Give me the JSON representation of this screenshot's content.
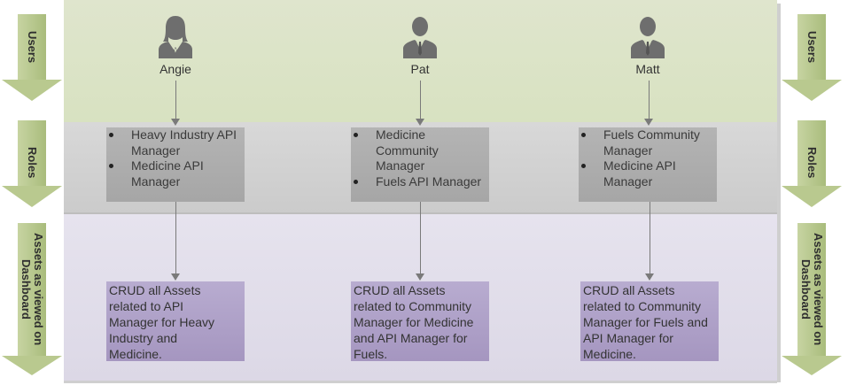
{
  "lanes": {
    "users": "Users",
    "roles": "Roles",
    "assets": "Assets as viewed on Dashboard"
  },
  "colors": {
    "users_band": "#dbe3c7",
    "roles_band": "#d0d0d0",
    "assets_band": "#e1dde9",
    "role_box": "#adadad",
    "asset_box": "#ae9fc8",
    "side_arrow": "#b9c98f",
    "person_icon": "#6e6e6e"
  },
  "people": [
    {
      "name": "Angie",
      "icon": "businesswoman-icon",
      "roles": [
        "Heavy Industry API Manager",
        "Medicine API Manager"
      ],
      "assets": "CRUD all Assets related to API Manager for Heavy Industry and Medicine."
    },
    {
      "name": "Pat",
      "icon": "businessman-icon",
      "roles": [
        "Medicine Community Manager",
        "Fuels API Manager"
      ],
      "assets": "CRUD all Assets related to Community Manager for Medicine and API Manager for Fuels."
    },
    {
      "name": "Matt",
      "icon": "businessman-icon",
      "roles": [
        "Fuels Community Manager",
        "Medicine API Manager"
      ],
      "assets": "CRUD all Assets related to Community Manager for Fuels and API Manager for Medicine."
    }
  ]
}
